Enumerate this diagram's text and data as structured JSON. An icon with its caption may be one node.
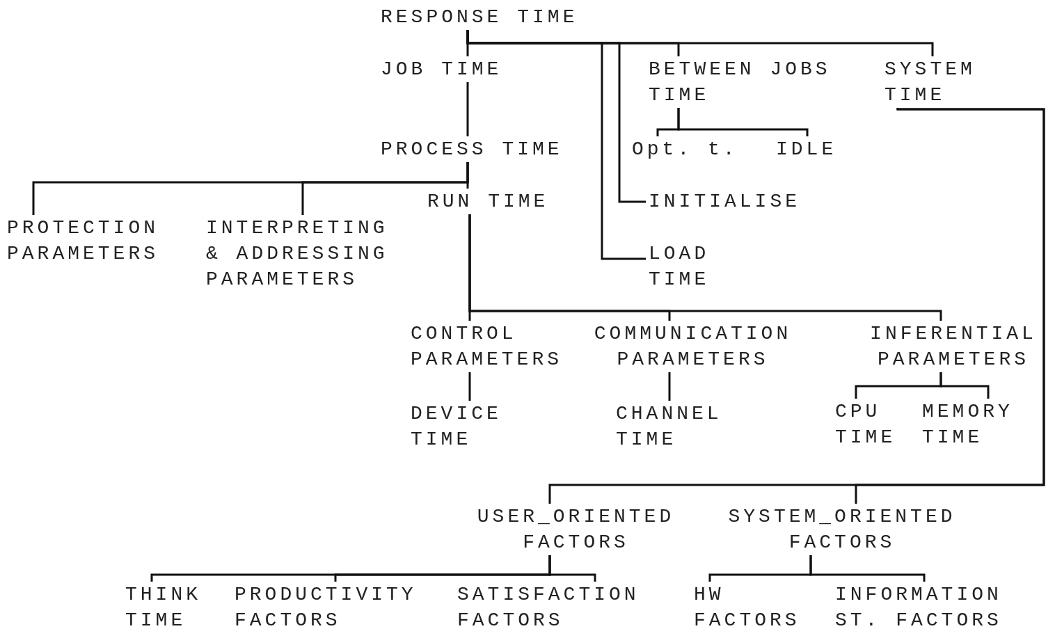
{
  "diagram": {
    "nodes": [
      {
        "text": [
          "RESPONSE TIME"
        ]
      },
      {
        "text": [
          "JOB TIME"
        ]
      },
      {
        "text": [
          "BETWEEN JOBS TIME"
        ]
      },
      {
        "text": [
          "SYSTEM TIME"
        ]
      },
      {
        "text": [
          "PROCESS TIME"
        ]
      },
      {
        "text": [
          "Opt. t."
        ]
      },
      {
        "text": [
          "IDLE"
        ]
      },
      {
        "text": [
          "INITIALISE"
        ]
      },
      {
        "text": [
          "PROTECTION PARAMETERS"
        ]
      },
      {
        "text": [
          "INTERPRETING & ADDRESSING PARAMETERS"
        ]
      },
      {
        "text": [
          "RUN TIME"
        ]
      },
      {
        "text": [
          "LOAD TIME"
        ]
      },
      {
        "text": [
          "CONTROL PARAMETERS"
        ]
      },
      {
        "text": [
          "COMMUNICATION PARAMETERS"
        ]
      },
      {
        "text": [
          "INFERENTIAL PARAMETERS"
        ]
      },
      {
        "text": [
          "DEVICE TIME"
        ]
      },
      {
        "text": [
          "CHANNEL TIME"
        ]
      },
      {
        "text": [
          "CPU TIME"
        ]
      },
      {
        "text": [
          "MEMORY TIME"
        ]
      },
      {
        "text": [
          "USER_ORIENTED FACTORS"
        ]
      },
      {
        "text": [
          "SYSTEM_ORIENTED FACTORS"
        ]
      },
      {
        "text": [
          "THINK TIME"
        ]
      },
      {
        "text": [
          "PRODUCTIVITY FACTORS"
        ]
      },
      {
        "text": [
          "SATISFACTION FACTORS"
        ]
      },
      {
        "text": [
          "HW FACTORS"
        ]
      },
      {
        "text": [
          "INFORMATION ST. FACTORS"
        ]
      }
    ],
    "edges": [
      {
        "from": 0,
        "to": 1,
        "arrow": "none"
      },
      {
        "from": 0,
        "to": 2,
        "arrow": "none"
      },
      {
        "from": 0,
        "to": 3,
        "arrow": "none"
      },
      {
        "from": 0,
        "to": 7,
        "arrow": "none"
      },
      {
        "from": 0,
        "to": 11,
        "arrow": "none"
      },
      {
        "from": 1,
        "to": 4,
        "arrow": "none"
      },
      {
        "from": 2,
        "to": 5,
        "arrow": "none"
      },
      {
        "from": 2,
        "to": 6,
        "arrow": "none"
      },
      {
        "from": 4,
        "to": 8,
        "arrow": "none"
      },
      {
        "from": 4,
        "to": 9,
        "arrow": "none"
      },
      {
        "from": 4,
        "to": 10,
        "arrow": "none"
      },
      {
        "from": 10,
        "to": 12,
        "arrow": "none"
      },
      {
        "from": 10,
        "to": 13,
        "arrow": "none"
      },
      {
        "from": 10,
        "to": 14,
        "arrow": "none"
      },
      {
        "from": 12,
        "to": 15,
        "arrow": "none"
      },
      {
        "from": 13,
        "to": 16,
        "arrow": "none"
      },
      {
        "from": 14,
        "to": 17,
        "arrow": "none"
      },
      {
        "from": 14,
        "to": 18,
        "arrow": "none"
      },
      {
        "from": 3,
        "to": 19,
        "arrow": "none"
      },
      {
        "from": 3,
        "to": 20,
        "arrow": "none"
      },
      {
        "from": 19,
        "to": 21,
        "arrow": "none"
      },
      {
        "from": 19,
        "to": 22,
        "arrow": "none"
      },
      {
        "from": 19,
        "to": 23,
        "arrow": "none"
      },
      {
        "from": 20,
        "to": 24,
        "arrow": "none"
      },
      {
        "from": 20,
        "to": 25,
        "arrow": "none"
      }
    ]
  }
}
